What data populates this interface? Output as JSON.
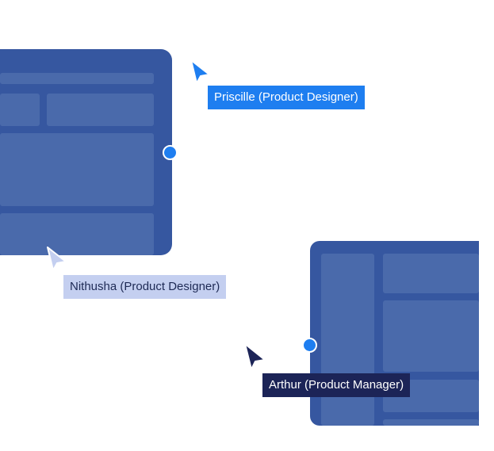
{
  "collaborators": [
    {
      "id": "priscille",
      "label": "Priscille (Product Designer)",
      "cursor_icon": "pointer-cursor-icon",
      "color": "#1e7ef0",
      "text_color": "#ffffff"
    },
    {
      "id": "nithusha",
      "label": "Nithusha (Product Designer)",
      "cursor_icon": "pointer-cursor-icon",
      "color": "#c4cff0",
      "text_color": "#1e2a55"
    },
    {
      "id": "arthur",
      "label": "Arthur (Product Manager)",
      "cursor_icon": "pointer-cursor-icon",
      "color": "#1c2457",
      "text_color": "#ffffff"
    }
  ],
  "colors": {
    "frame": "#3657a0",
    "frame_block": "#4a6aab",
    "handle": "#1e7ef0",
    "background": "#ffffff"
  }
}
